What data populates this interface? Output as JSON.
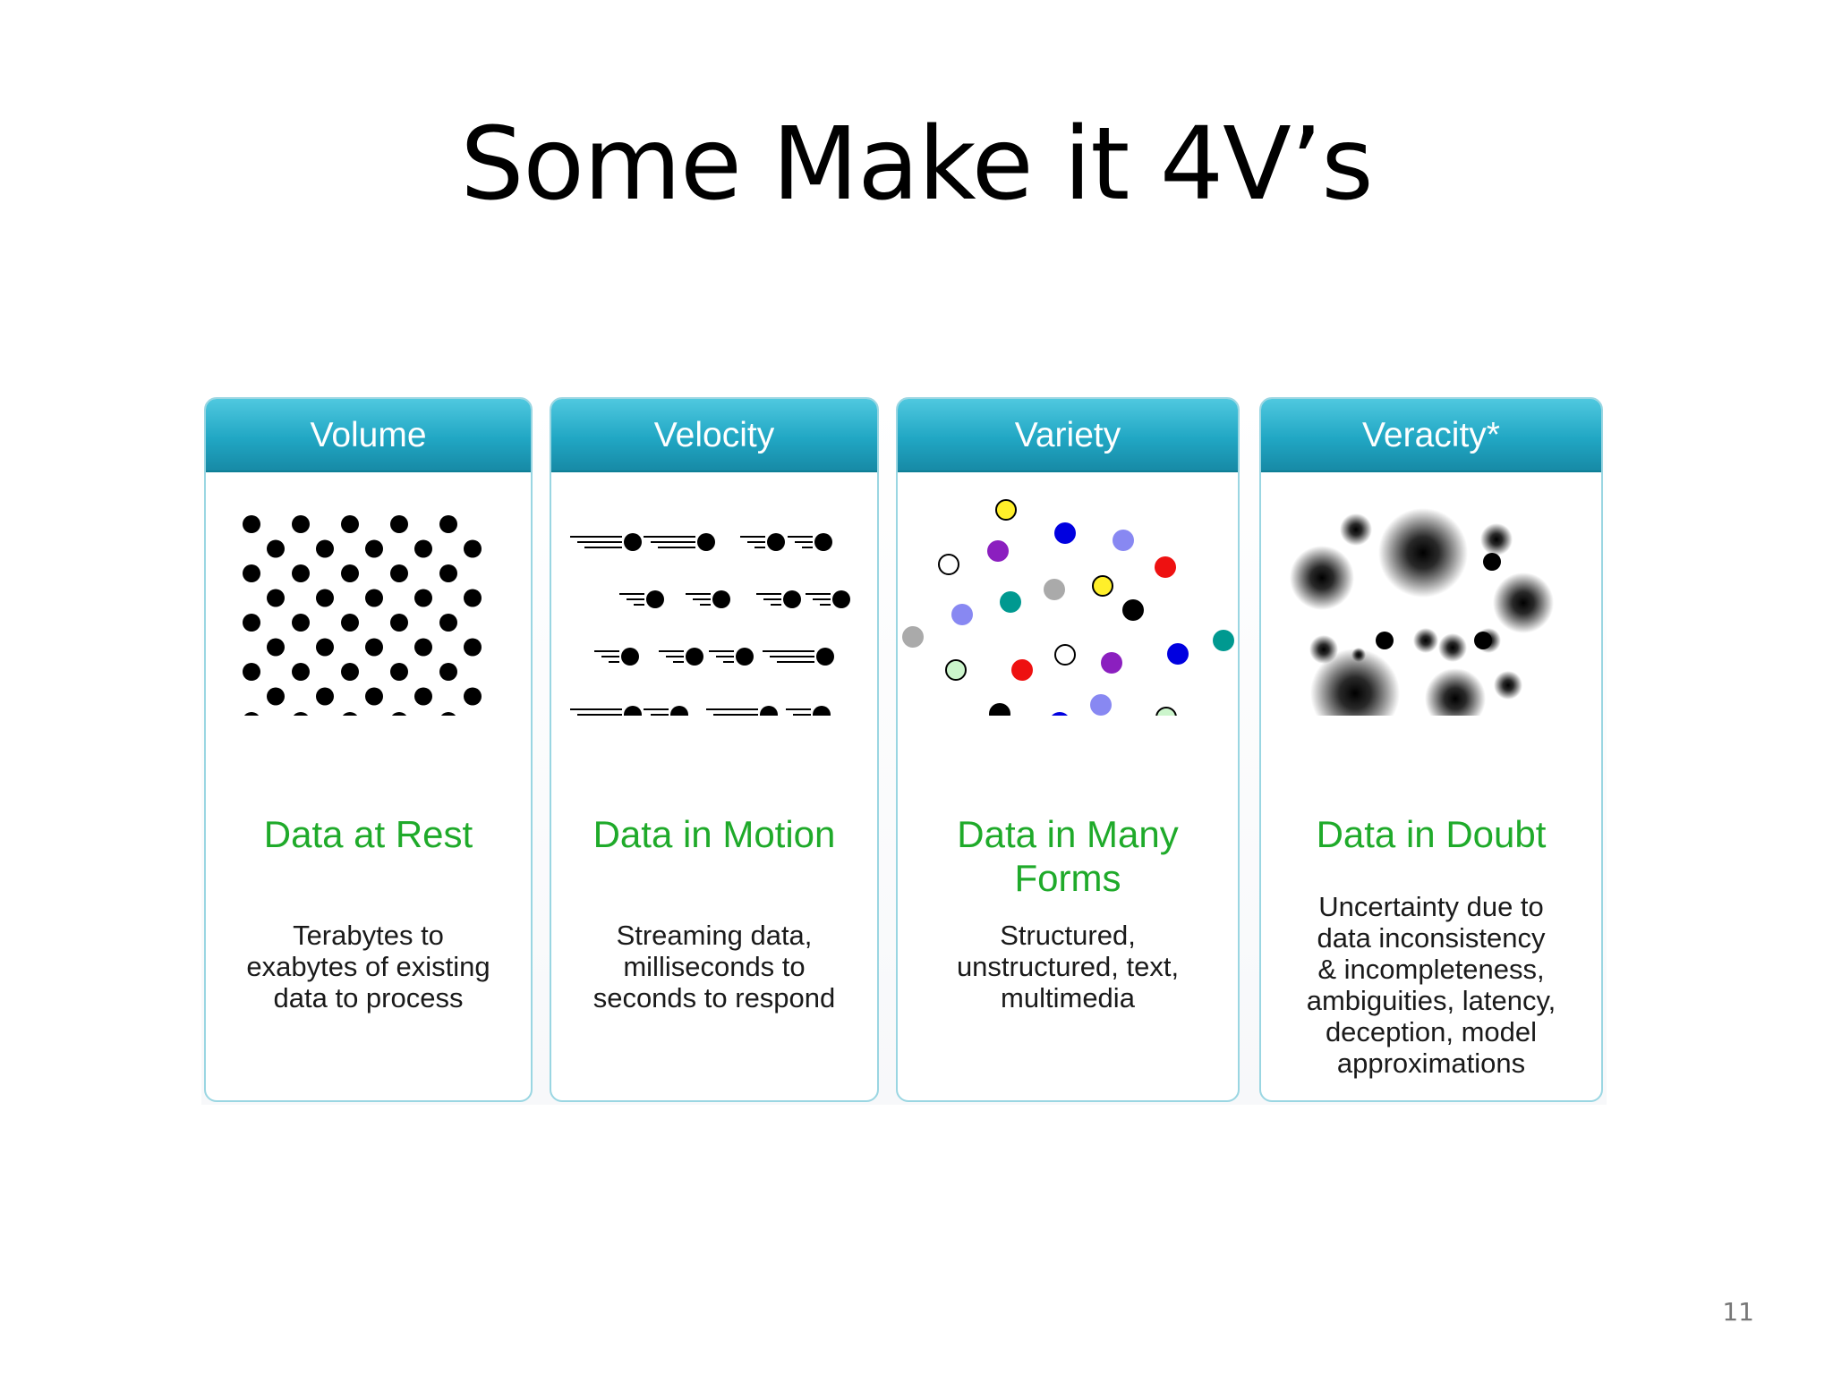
{
  "slide": {
    "title": "Some Make it 4V’s",
    "page_number": "11"
  },
  "cards": [
    {
      "header": "Volume",
      "subtitle": [
        "Data at Rest"
      ],
      "description": [
        "Terabytes to",
        "exabytes of existing",
        "data to process"
      ]
    },
    {
      "header": "Velocity",
      "subtitle": [
        "Data in Motion"
      ],
      "description": [
        "Streaming data,",
        "milliseconds to",
        "seconds to respond"
      ]
    },
    {
      "header": "Variety",
      "subtitle": [
        "Data in Many",
        "Forms"
      ],
      "description": [
        "Structured,",
        "unstructured, text,",
        "multimedia"
      ]
    },
    {
      "header": "Veracity*",
      "subtitle": [
        "Data in Doubt"
      ],
      "description": [
        "Uncertainty due to",
        "data inconsistency",
        "& incompleteness,",
        "ambiguities, latency,",
        "deception, model",
        "approximations"
      ]
    }
  ],
  "colors": {
    "header": "#21a7c4",
    "subtitle": "#1faa2a",
    "border": "#9ad6e2"
  },
  "icons": {
    "volume": "dense-dot-grid-icon",
    "velocity": "moving-dots-icon",
    "variety": "multicolor-dots-icon",
    "veracity": "blurred-dots-icon"
  }
}
